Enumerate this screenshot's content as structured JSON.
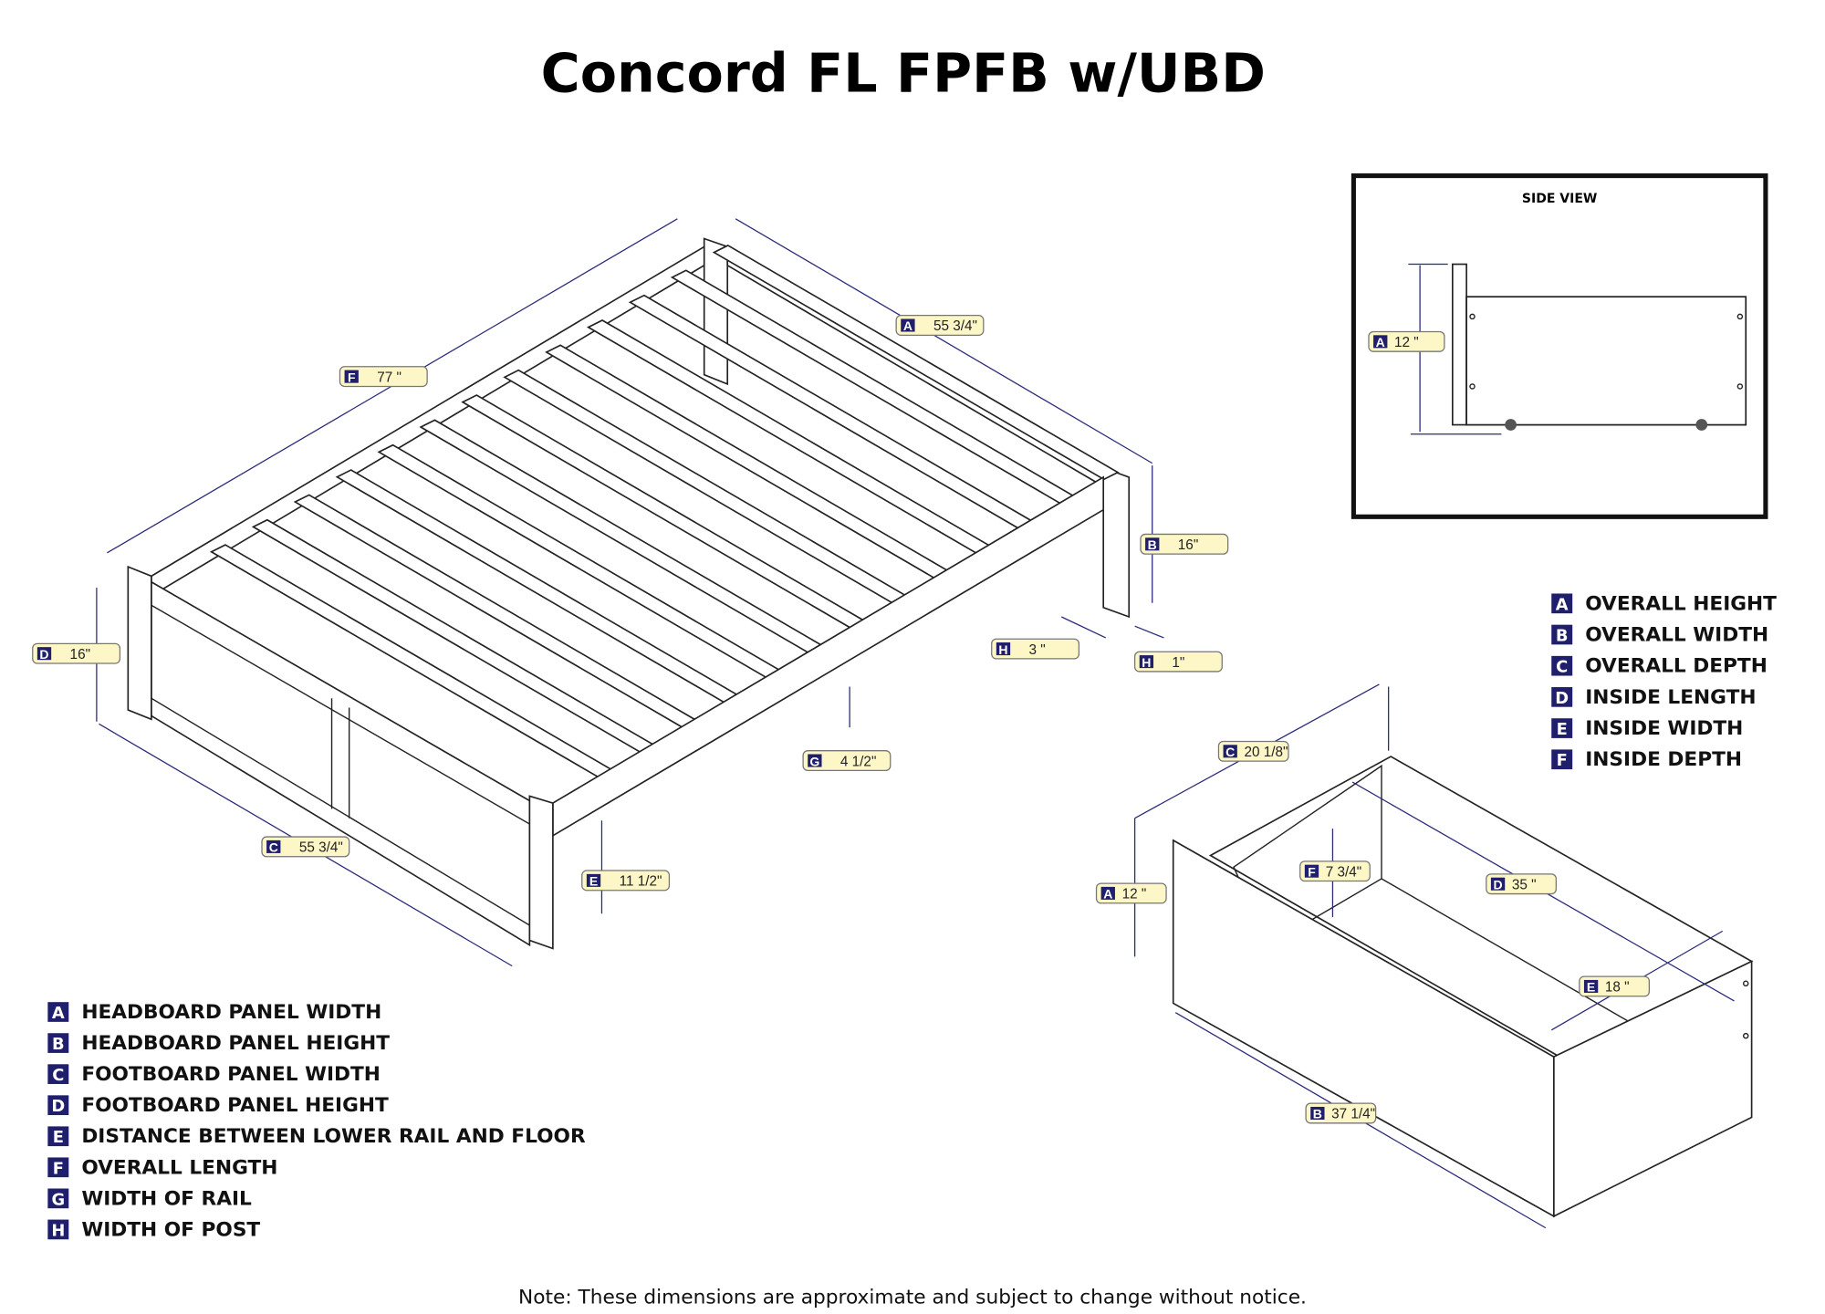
{
  "title": "Concord FL FPFB w/UBD",
  "note": "Note:  These dimensions are approximate and subject to change without notice.",
  "side_view": {
    "title": "SIDE VIEW",
    "dims": [
      {
        "letter": "A",
        "value": "12 \""
      }
    ]
  },
  "bed_dims": [
    {
      "letter": "F",
      "value": "77 \""
    },
    {
      "letter": "A",
      "value": "55 3/4\""
    },
    {
      "letter": "B",
      "value": "16\""
    },
    {
      "letter": "D",
      "value": "16\""
    },
    {
      "letter": "H",
      "value": "3 \""
    },
    {
      "letter": "H",
      "value": "1\""
    },
    {
      "letter": "G",
      "value": "4 1/2\""
    },
    {
      "letter": "C",
      "value": "55 3/4\""
    },
    {
      "letter": "E",
      "value": "11 1/2\""
    }
  ],
  "drawer_dims": [
    {
      "letter": "C",
      "value": "20 1/8\""
    },
    {
      "letter": "F",
      "value": "7 3/4\""
    },
    {
      "letter": "D",
      "value": "35 \""
    },
    {
      "letter": "A",
      "value": "12 \""
    },
    {
      "letter": "E",
      "value": "18 \""
    },
    {
      "letter": "B",
      "value": "37 1/4\""
    }
  ],
  "bed_legend": [
    {
      "letter": "A",
      "label": "HEADBOARD PANEL WIDTH"
    },
    {
      "letter": "B",
      "label": "HEADBOARD PANEL HEIGHT"
    },
    {
      "letter": "C",
      "label": "FOOTBOARD PANEL WIDTH"
    },
    {
      "letter": "D",
      "label": "FOOTBOARD PANEL HEIGHT"
    },
    {
      "letter": "E",
      "label": "DISTANCE BETWEEN LOWER RAIL AND FLOOR"
    },
    {
      "letter": "F",
      "label": "OVERALL LENGTH"
    },
    {
      "letter": "G",
      "label": "WIDTH OF RAIL"
    },
    {
      "letter": "H",
      "label": "WIDTH OF POST"
    }
  ],
  "drawer_legend": [
    {
      "letter": "A",
      "label": "OVERALL HEIGHT"
    },
    {
      "letter": "B",
      "label": "OVERALL WIDTH"
    },
    {
      "letter": "C",
      "label": "OVERALL DEPTH"
    },
    {
      "letter": "D",
      "label": "INSIDE LENGTH"
    },
    {
      "letter": "E",
      "label": "INSIDE WIDTH"
    },
    {
      "letter": "F",
      "label": "INSIDE DEPTH"
    }
  ],
  "colors": {
    "label_fill": "#fdf6c6",
    "letter_box": "#1f1f6b",
    "dimension_line": "#2a2a7a"
  }
}
